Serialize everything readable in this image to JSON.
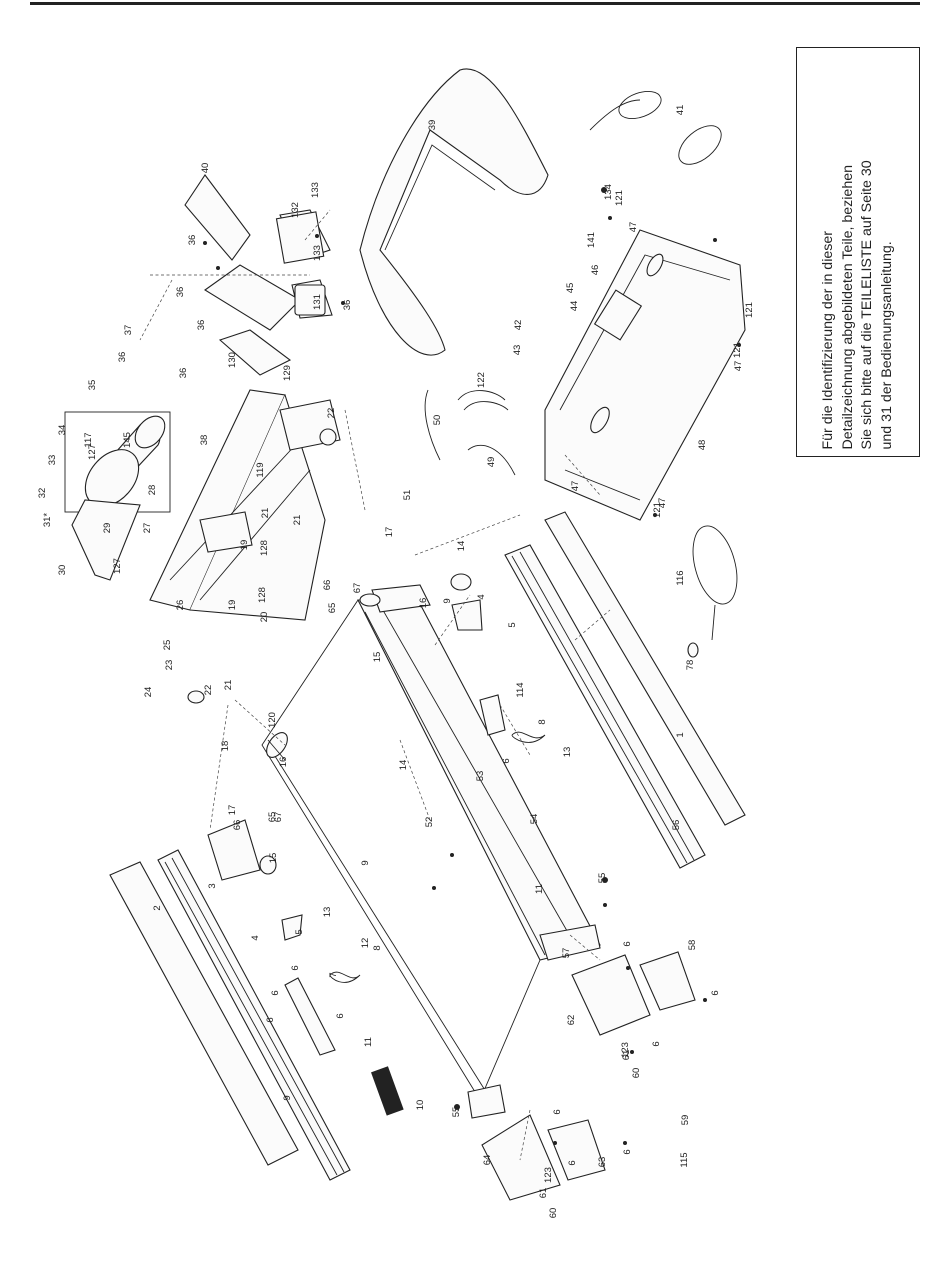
{
  "note": {
    "text": "Für die Identifizierung der in dieser\nDetailzeichnung abgebildeten Teile, beziehen\nSie sich bitte auf die TEILELISTE auf Seite 30\nund 31 der Bedienungsanleitung."
  },
  "callouts": [
    "1",
    "2",
    "3",
    "4",
    "4",
    "5",
    "5",
    "6",
    "6",
    "6",
    "6",
    "6",
    "6",
    "6",
    "6",
    "6",
    "6",
    "6",
    "7",
    "8",
    "8",
    "9",
    "9",
    "9",
    "10",
    "11",
    "11",
    "12",
    "13",
    "13",
    "14",
    "14",
    "15",
    "15",
    "16",
    "16",
    "17",
    "17",
    "18",
    "19",
    "19",
    "20",
    "21",
    "21",
    "21",
    "22",
    "22",
    "23",
    "24",
    "25",
    "26",
    "27",
    "28",
    "29",
    "30",
    "31*",
    "32",
    "33",
    "34",
    "35",
    "36",
    "36",
    "36",
    "36",
    "36",
    "36",
    "37",
    "38",
    "39",
    "40",
    "41",
    "42",
    "43",
    "44",
    "45",
    "46",
    "47",
    "47",
    "47",
    "47",
    "48",
    "49",
    "50",
    "51",
    "52",
    "53",
    "54",
    "55",
    "55",
    "56",
    "57",
    "58",
    "59",
    "60",
    "60",
    "61",
    "61",
    "62",
    "63",
    "64",
    "65",
    "65",
    "66",
    "66",
    "67",
    "67",
    "78",
    "114",
    "115",
    "116",
    "117",
    "119",
    "120",
    "121",
    "121",
    "121",
    "121",
    "122",
    "123",
    "123",
    "127",
    "127",
    "128",
    "128",
    "129",
    "130",
    "131",
    "132",
    "133",
    "133",
    "134",
    "141",
    "145"
  ]
}
